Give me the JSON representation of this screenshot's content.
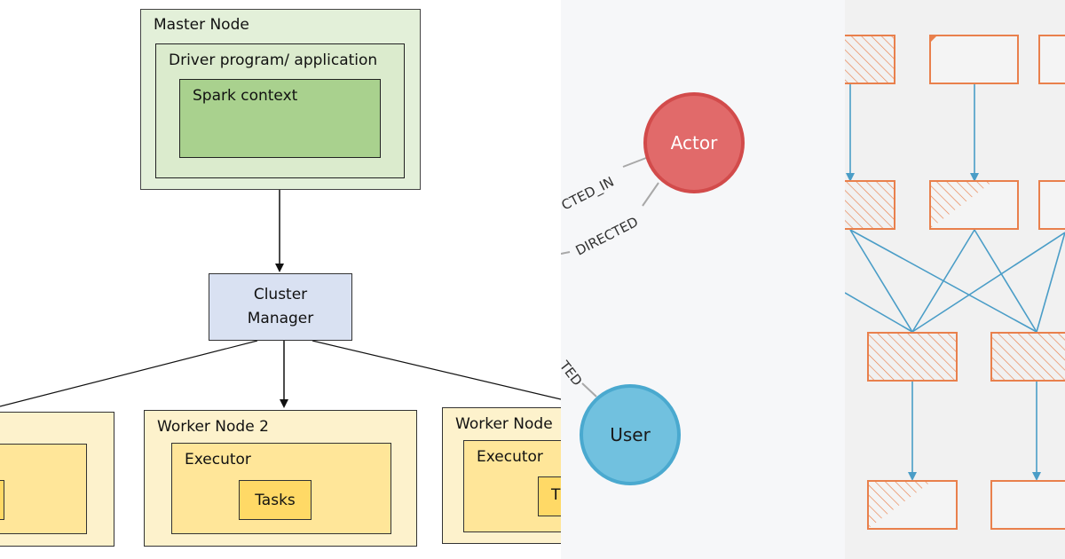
{
  "spark_diagram": {
    "master_node_label": "Master Node",
    "driver_label": "Driver program/ application",
    "spark_context_label": "Spark context",
    "cluster_manager_line1": "Cluster",
    "cluster_manager_line2": "Manager",
    "worker_node_2_label": "Worker Node 2",
    "worker_node_3_label": "Worker Node",
    "executor_label": "Executor",
    "tasks_label": "Tasks",
    "tasks_partial_label": "T"
  },
  "graph_diagram": {
    "actor_label": "Actor",
    "user_label": "User",
    "edge_directed_in": "CTED_IN",
    "edge_directed": "DIRECTED",
    "edge_partial": "TED",
    "colors": {
      "actor_fill": "#e16a6a",
      "actor_stroke": "#d24b4b",
      "user_fill": "#71c1df",
      "user_stroke": "#4aa9cf"
    }
  },
  "dag_diagram": {
    "colors": {
      "node_stroke": "#e9804c",
      "edge": "#4a9dc7"
    }
  }
}
